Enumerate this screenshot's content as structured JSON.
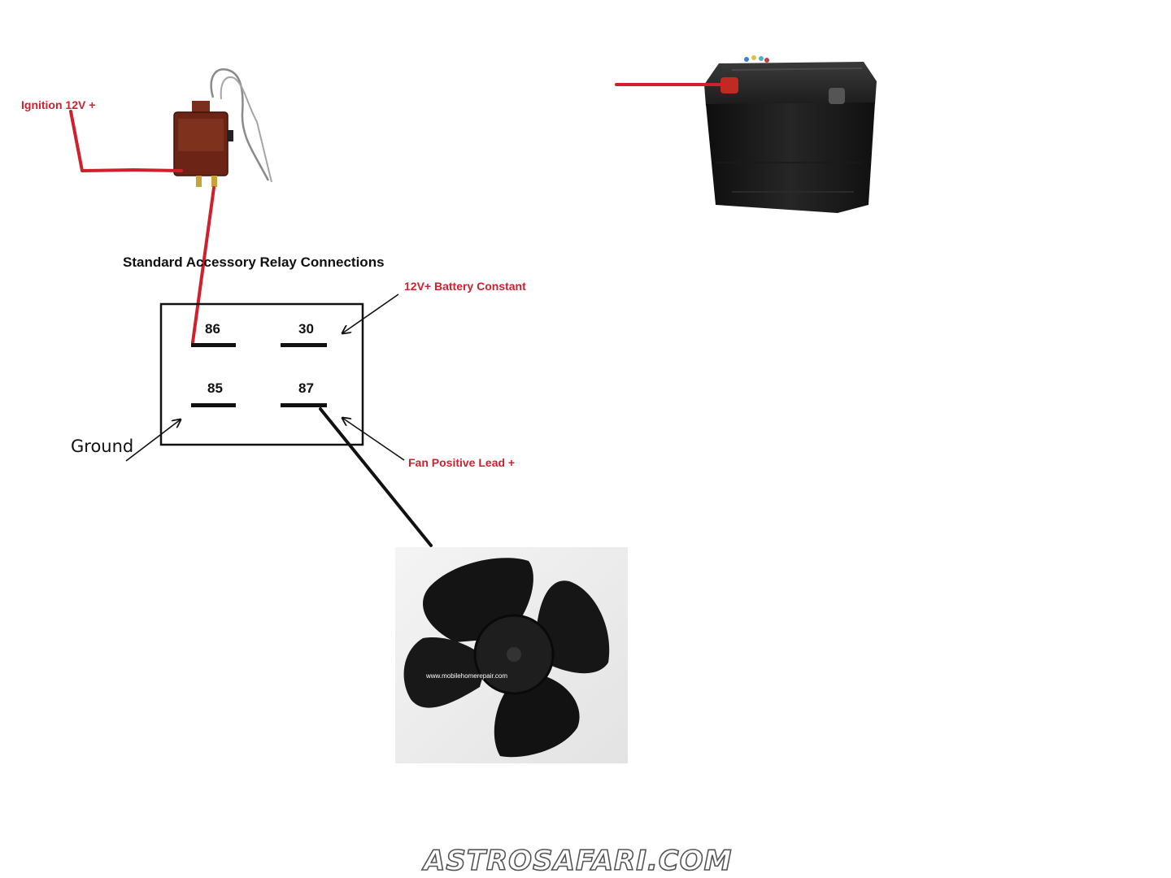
{
  "title": "Standard Accessory Relay Connections",
  "labels": {
    "ignition": "Ignition 12V +",
    "battery_constant": "12V+ Battery Constant",
    "ground": "Ground",
    "fan_positive": "Fan Positive Lead +"
  },
  "relay_pins": {
    "p86": "86",
    "p30": "30",
    "p85": "85",
    "p87": "87"
  },
  "fan_image_url_text": "www.mobilehomerepair.com",
  "watermark": "ASTROSAFARI.COM",
  "colors": {
    "wire_red": "#d0202e",
    "wire_black": "#111111"
  },
  "icons": [
    "thermostat-switch-icon",
    "car-battery-icon",
    "fan-blade-icon"
  ]
}
